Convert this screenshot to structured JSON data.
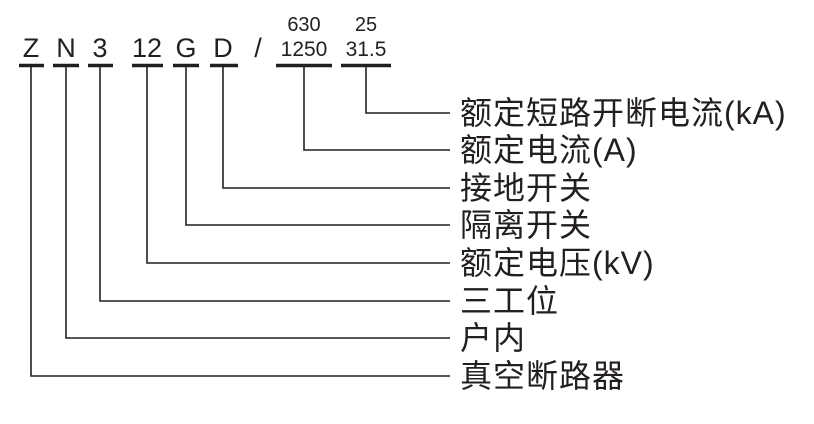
{
  "diagram": {
    "code": {
      "separator": "/",
      "elements": [
        {
          "symbol": "Z",
          "meaning": "真空断路器"
        },
        {
          "symbol": "N",
          "meaning": "户内"
        },
        {
          "symbol": "3",
          "meaning": "三工位"
        },
        {
          "symbol": "12",
          "meaning": "额定电压(kV)"
        },
        {
          "symbol": "G",
          "meaning": "隔离开关"
        },
        {
          "symbol": "D",
          "meaning": "接地开关"
        },
        {
          "numerator": "630",
          "denominator": "1250",
          "meaning": "额定电流(A)"
        },
        {
          "numerator": "25",
          "denominator": "31.5",
          "meaning": "额定短路开断电流(kA)"
        }
      ]
    },
    "colors": {
      "ink": "#231f20",
      "background": "#ffffff"
    }
  }
}
